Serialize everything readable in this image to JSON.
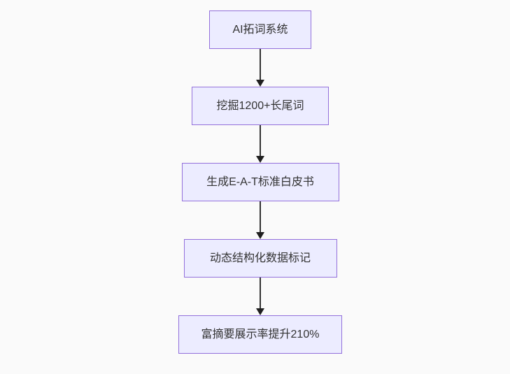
{
  "diagram": {
    "type": "flowchart",
    "direction": "top-down",
    "nodes": [
      {
        "id": "A",
        "label": "AI拓词系统"
      },
      {
        "id": "B",
        "label": "挖掘1200+长尾词"
      },
      {
        "id": "C",
        "label": "生成E-A-T标准白皮书"
      },
      {
        "id": "D",
        "label": "动态结构化数据标记"
      },
      {
        "id": "E",
        "label": "富摘要展示率提升210%"
      }
    ],
    "edges": [
      {
        "from": "A",
        "to": "B",
        "style": "arrow-down"
      },
      {
        "from": "B",
        "to": "C",
        "style": "arrow-down"
      },
      {
        "from": "C",
        "to": "D",
        "style": "arrow-down"
      },
      {
        "from": "D",
        "to": "E",
        "style": "arrow-down"
      }
    ],
    "colors": {
      "node_fill": "#ECECFF",
      "node_border": "#9370DB",
      "node_text": "#333333",
      "arrow_line": "#333333",
      "arrow_head": "#1f1f1f",
      "canvas_background": "#fafafa"
    }
  }
}
